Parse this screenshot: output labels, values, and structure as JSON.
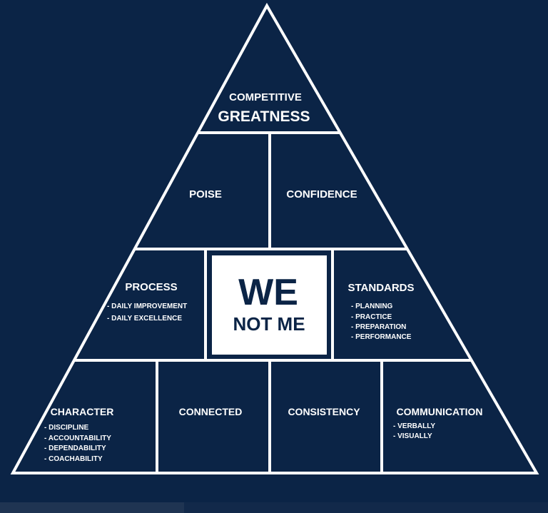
{
  "colors": {
    "background": "#0b2446",
    "lines": "#ffffff",
    "center_box": "#ffffff"
  },
  "pyramid": {
    "top": {
      "line1": "COMPETITIVE",
      "line2": "GREATNESS"
    },
    "tier2": [
      {
        "label": "POISE"
      },
      {
        "label": "CONFIDENCE"
      }
    ],
    "tier3": {
      "process": {
        "label": "PROCESS",
        "bullets": [
          "- DAILY IMPROVEMENT",
          "- DAILY EXCELLENCE"
        ]
      },
      "center": {
        "line1": "WE",
        "line2": "NOT ME"
      },
      "standards": {
        "label": "STANDARDS",
        "bullets": [
          "- PLANNING",
          "- PRACTICE",
          "- PREPARATION",
          "- PERFORMANCE"
        ]
      }
    },
    "tier4": {
      "character": {
        "label": "CHARACTER",
        "bullets": [
          "- DISCIPLINE",
          "- ACCOUNTABILITY",
          "- DEPENDABILITY",
          "- COACHABILITY"
        ]
      },
      "connected": {
        "label": "CONNECTED"
      },
      "consistency": {
        "label": "CONSISTENCY"
      },
      "communication": {
        "label": "COMMUNICATION",
        "bullets": [
          "- VERBALLY",
          "- VISUALLY"
        ]
      }
    }
  }
}
